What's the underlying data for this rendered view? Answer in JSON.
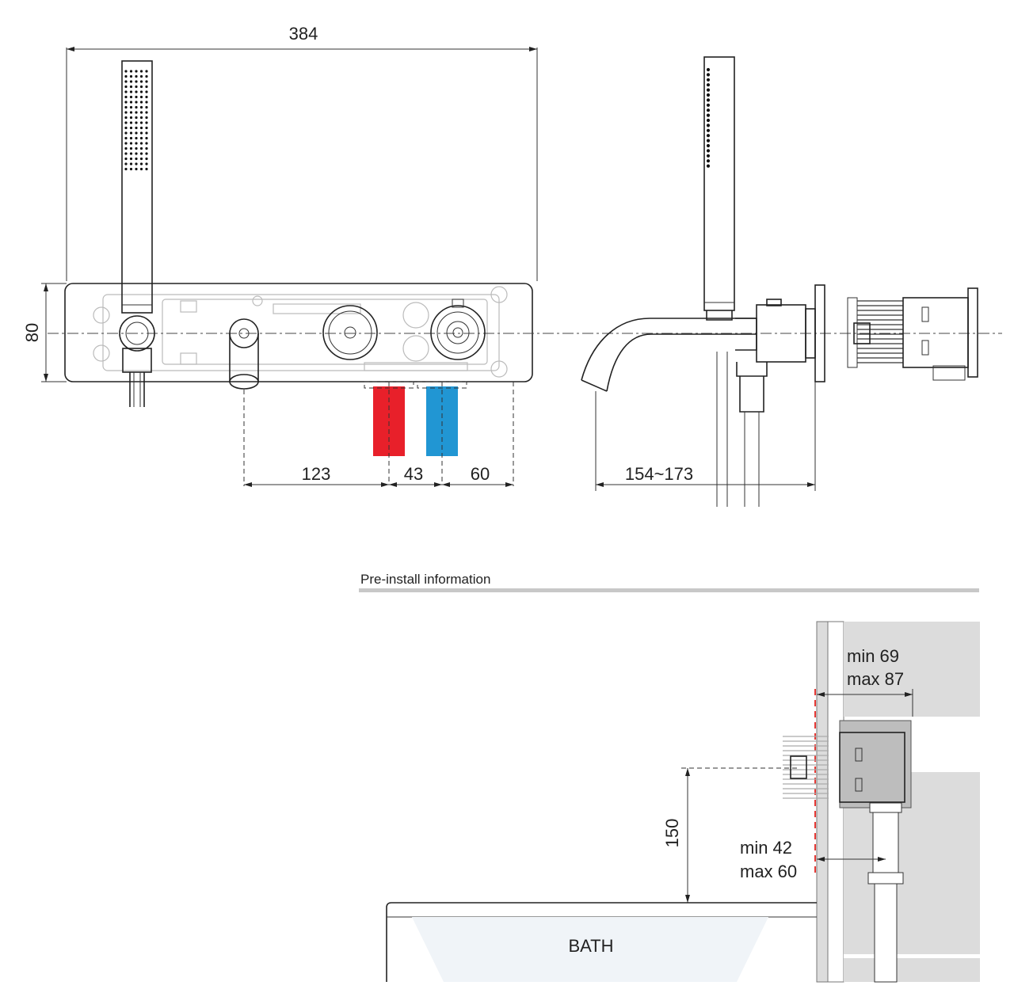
{
  "dimensions": {
    "overall_width": "384",
    "plate_height": "80",
    "spout_to_hot": "123",
    "hot_to_cold": "43",
    "cold_to_edge": "60",
    "spout_projection": "154~173",
    "wall_depth_min": "min 69",
    "wall_depth_max": "max 87",
    "tile_depth_min": "min  42",
    "tile_depth_max": "max 60",
    "height_above_bath": "150"
  },
  "section": {
    "title": "Pre-install information"
  },
  "labels": {
    "bath": "BATH"
  },
  "colors": {
    "hot": "#e8202a",
    "cold": "#2196d3",
    "wall": "#dcdcdc",
    "separator": "#c8c8c8"
  }
}
